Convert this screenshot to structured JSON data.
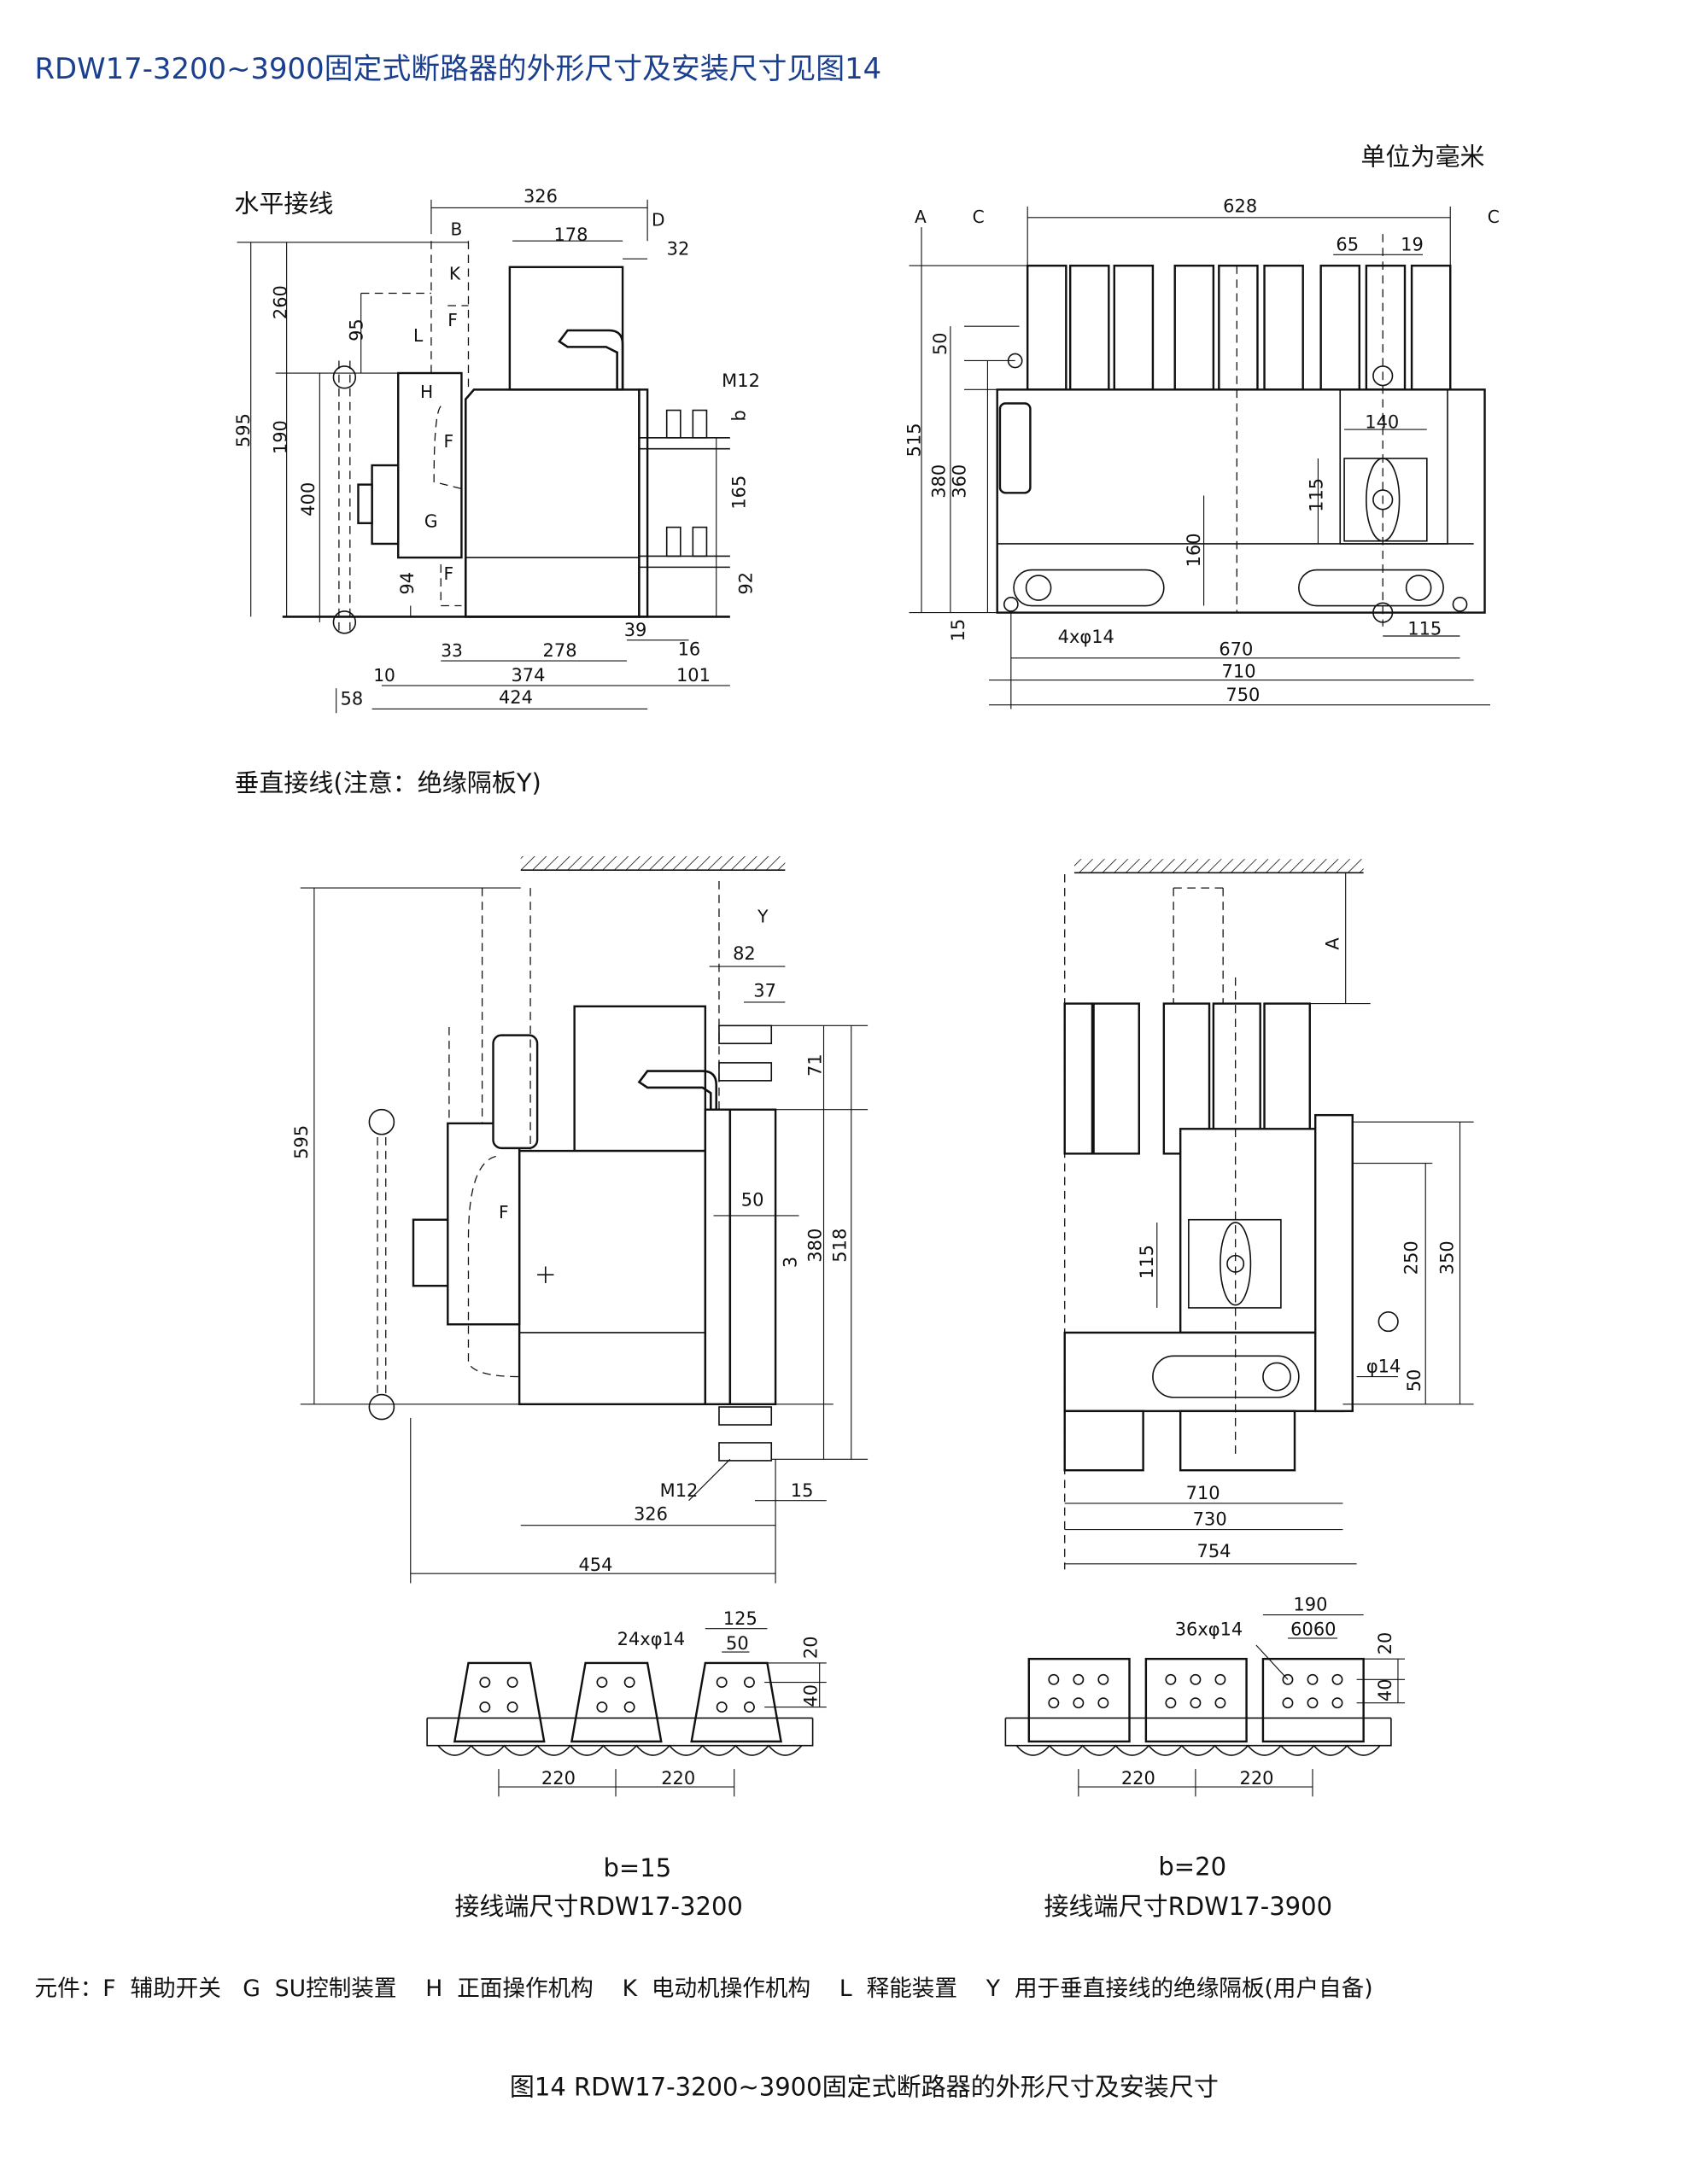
{
  "title": "RDW17-3200~3900固定式断路器的外形尺寸及安装尺寸见图14",
  "unit_note": "单位为毫米",
  "horizontal_label": "水平接线",
  "vertical_label": "垂直接线(注意：绝缘隔板Y)",
  "dims": {
    "tl": [
      "326",
      "B",
      "178",
      "D",
      "32",
      "K",
      "260",
      "95",
      "L",
      "F",
      "M12",
      "b",
      "H",
      "190",
      "595",
      "F",
      "400",
      "165",
      "G",
      "F",
      "94",
      "92",
      "39",
      "33",
      "278",
      "16",
      "10",
      "374",
      "101",
      "58",
      "424"
    ],
    "tr": [
      "A",
      "C",
      "628",
      "C",
      "65",
      "19",
      "50",
      "515",
      "140",
      "380",
      "360",
      "115",
      "160",
      "15",
      "4xφ14",
      "115",
      "670",
      "710",
      "750"
    ],
    "bl": [
      "Y",
      "82",
      "37",
      "595",
      "71",
      "F",
      "50",
      "3",
      "380",
      "518",
      "M12",
      "15",
      "326",
      "454"
    ],
    "br": [
      "A",
      "115",
      "250",
      "350",
      "φ14",
      "50",
      "710",
      "730",
      "754"
    ],
    "t1": [
      "125",
      "24xφ14",
      "50",
      "20",
      "40",
      "220",
      "220"
    ],
    "t2": [
      "190",
      "36xφ14",
      "6060",
      "20",
      "40",
      "220",
      "220"
    ]
  },
  "terminal_left": {
    "b": "b=15",
    "caption": "接线端尺寸RDW17-3200"
  },
  "terminal_right": {
    "b": "b=20",
    "caption": "接线端尺寸RDW17-3900"
  },
  "legend": "元件：F  辅助开关   G  SU控制装置    H  正面操作机构    K  电动机操作机构    L  释能装置    Y  用于垂直接线的绝缘隔板(用户自备)",
  "figure_caption": "图14  RDW17-3200~3900固定式断路器的外形尺寸及安装尺寸",
  "colors": {
    "title": "#1b3f8f",
    "line": "#111111"
  }
}
